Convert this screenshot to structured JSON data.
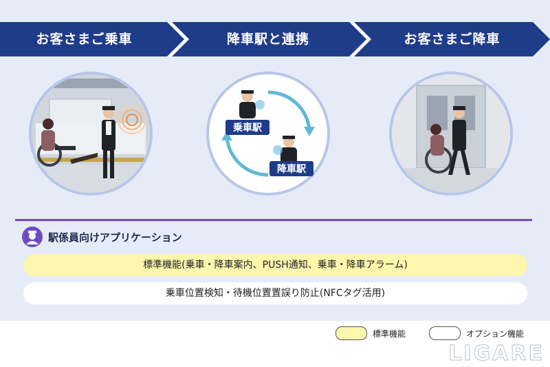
{
  "steps": {
    "s1": "お客さまご乗車",
    "s2": "降車駅と連携",
    "s3": "お客さまご降車"
  },
  "stations": {
    "board": "乗車駅",
    "alight": "降車駅"
  },
  "app": {
    "title": "駅係員向けアプリケーション",
    "standard": "標準機能(乗車・降車案内、PUSH通知、乗車・降車アラーム)",
    "option": "乗車位置検知・待機位置置誤り防止(NFCタグ活用)"
  },
  "legend": {
    "standard_label": "標準機能",
    "option_label": "オプション機能"
  },
  "brand": "LIGARE",
  "colors": {
    "navy": "#1f3c88",
    "panel": "#e6ecf7",
    "purple": "#6f4bc0",
    "standard_fill": "#fdf6ad",
    "option_fill": "#ffffff"
  }
}
